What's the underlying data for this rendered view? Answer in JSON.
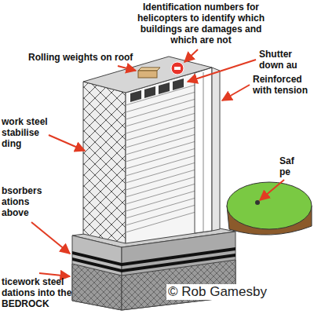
{
  "diagram": {
    "labels": [
      "Identification numbers for helicopters to identify which buildings are damages and which are not",
      "Rolling weights on roof",
      "Shutter down au",
      "Reinforced with tension",
      "work steel stabilise ding",
      "Saf pe",
      "bsorbers ations above",
      "ticework steel dations into the BEDROCK",
      "© Rob Gamesby"
    ]
  }
}
